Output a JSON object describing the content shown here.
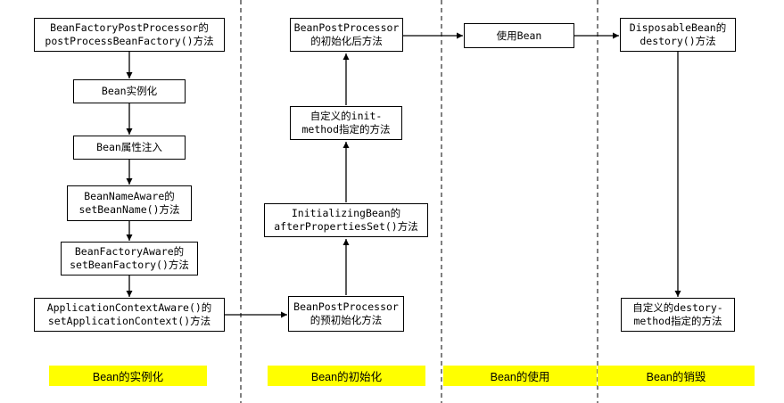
{
  "colors": {
    "stage_label_background": "#ffff00",
    "line": "#000000",
    "box_border": "#000000"
  },
  "boxes": {
    "factory_post_processor": {
      "line1": "BeanFactoryPostProcessor的",
      "line2": "postProcessBeanFactory()方法"
    },
    "instantiate": {
      "line1": "Bean实例化"
    },
    "populate": {
      "line1": "Bean属性注入"
    },
    "bean_name_aware": {
      "line1": "BeanNameAware的",
      "line2": "setBeanName()方法"
    },
    "bean_factory_aware": {
      "line1": "BeanFactoryAware的",
      "line2": "setBeanFactory()方法"
    },
    "application_context_aware": {
      "line1": "ApplicationContextAware()的",
      "line2": "setApplicationContext()方法"
    },
    "post_processor_before": {
      "line1": "BeanPostProcessor",
      "line2": "的预初始化方法"
    },
    "initializing_bean": {
      "line1": "InitializingBean的",
      "line2": "afterPropertiesSet()方法"
    },
    "custom_init": {
      "line1": "自定义的init-",
      "line2": "method指定的方法"
    },
    "post_processor_after": {
      "line1": "BeanPostProcessor",
      "line2": "的初始化后方法"
    },
    "use_bean": {
      "line1": "使用Bean"
    },
    "disposable_bean": {
      "line1": "DisposableBean的",
      "line2": "destory()方法"
    },
    "custom_destroy": {
      "line1": "自定义的destory-",
      "line2": "method指定的方法"
    }
  },
  "stages": {
    "instantiation": "Bean的实例化",
    "initialization": "Bean的初始化",
    "usage": "Bean的使用",
    "destruction": "Bean的销毁"
  }
}
